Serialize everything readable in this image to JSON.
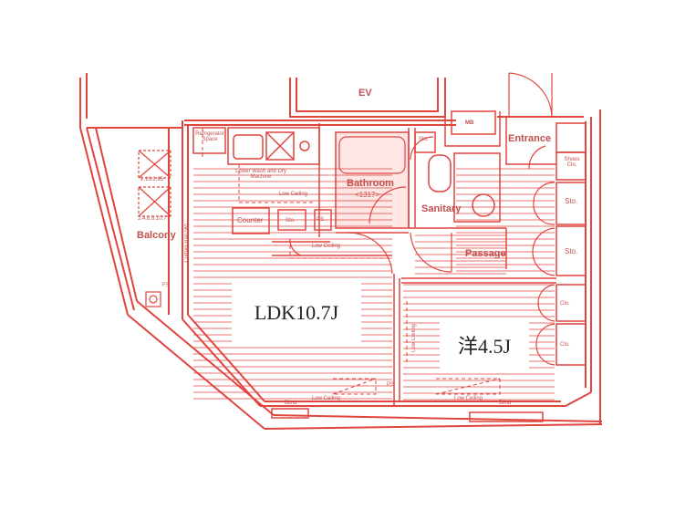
{
  "labels": {
    "ev": "EV",
    "mb": "MB",
    "entrance": "Entrance",
    "shoe_clo": "Shoes Clo.",
    "sto_right_1": "Sto.",
    "sto_right_2": "Sto.",
    "clo_1": "Clo.",
    "clo_2": "Clo.",
    "passage": "Passage",
    "bathroom": "Bathroom",
    "bathroom_size": "<1317>",
    "sanitary": "Sanitary",
    "sto_bath": "Sto.",
    "refrigerator": "Refrigerator Space",
    "washer": "Lower Wash and Dry Machine",
    "low_ceiling_kitchen": "Low Ceiling",
    "counter": "Counter",
    "sto_kitchen": "Sto.",
    "ps": "PS",
    "low_ceiling_hall": "Low Ceiling",
    "curtain_rail": "Curtain Rail (W)",
    "balcony": "Balcony",
    "outdoor_unit_1": "1.15.2.95",
    "outdoor_unit_2": "2.4.6.8.10.7",
    "fs": "FS",
    "blind_left": "Blind",
    "low_ceiling_ldk_bottom": "Low Ceiling",
    "low_ceiling_bed_side": "Low Ceiling",
    "low_ceiling_bed_bottom": "Low Ceiling",
    "blind_right": "Blind",
    "ps_bottom": "PS"
  },
  "rooms": {
    "ldk": "LDK10.7J",
    "western": "洋4.5J"
  },
  "colors": {
    "wall": "#e0453e",
    "fill": "#fde6e4",
    "text": "#c0504d"
  }
}
